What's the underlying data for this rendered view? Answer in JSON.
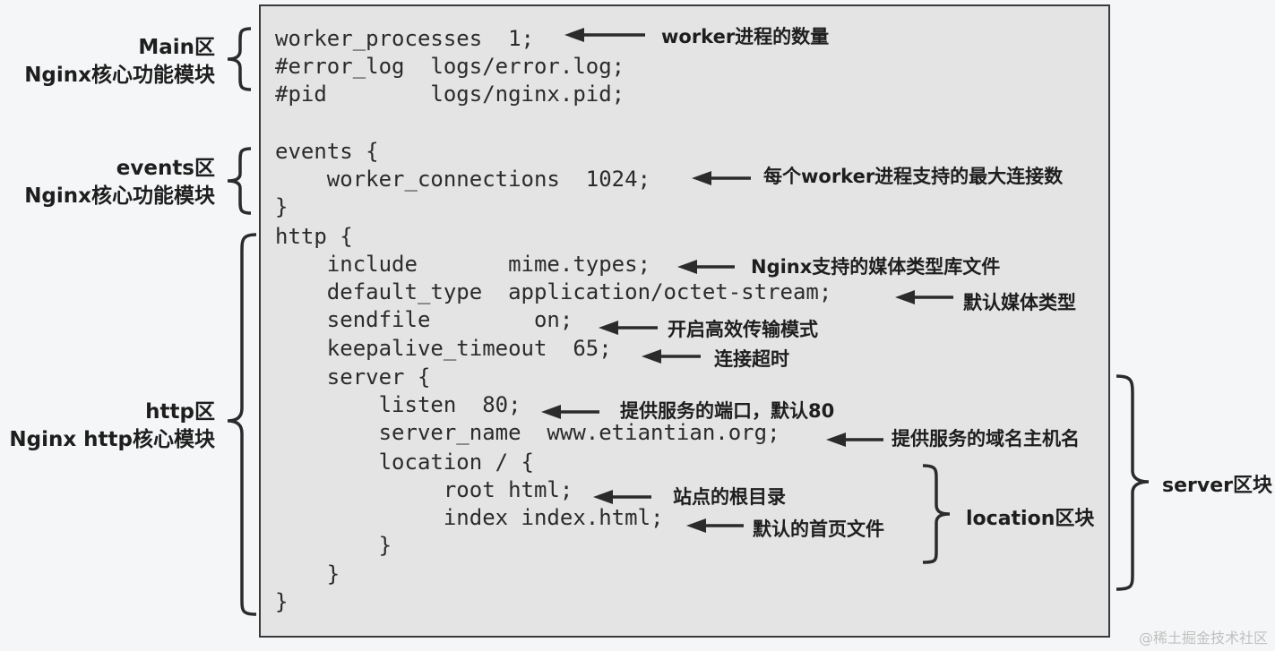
{
  "code_lines": [
    "worker_processes  1;",
    "#error_log  logs/error.log;",
    "#pid        logs/nginx.pid;",
    "events {",
    "    worker_connections  1024;",
    "}",
    "http {",
    "    include       mime.types;",
    "    default_type  application/octet-stream;",
    "    sendfile        on;",
    "    keepalive_timeout  65;",
    "    server {",
    "        listen  80;",
    "        server_name  www.etiantian.org;",
    "        location / {",
    "             root html;",
    "             index index.html;",
    "        }",
    "    }",
    "}"
  ],
  "annotations": {
    "worker_processes": "worker进程的数量",
    "worker_connections": "每个worker进程支持的最大连接数",
    "include": "Nginx支持的媒体类型库文件",
    "default_type": "默认媒体类型",
    "sendfile": "开启高效传输模式",
    "keepalive_timeout": "连接超时",
    "listen": "提供服务的端口，默认80",
    "server_name": "提供服务的域名主机名",
    "root": "站点的根目录",
    "index": "默认的首页文件"
  },
  "sections": {
    "main": {
      "line1": "Main区",
      "line2": "Nginx核心功能模块"
    },
    "events": {
      "line1": "events区",
      "line2": "Nginx核心功能模块"
    },
    "http": {
      "line1": "http区",
      "line2": "Nginx http核心模块"
    }
  },
  "blocks": {
    "location": "location区块",
    "server": "server区块"
  },
  "watermark": "@稀土掘金技术社区"
}
